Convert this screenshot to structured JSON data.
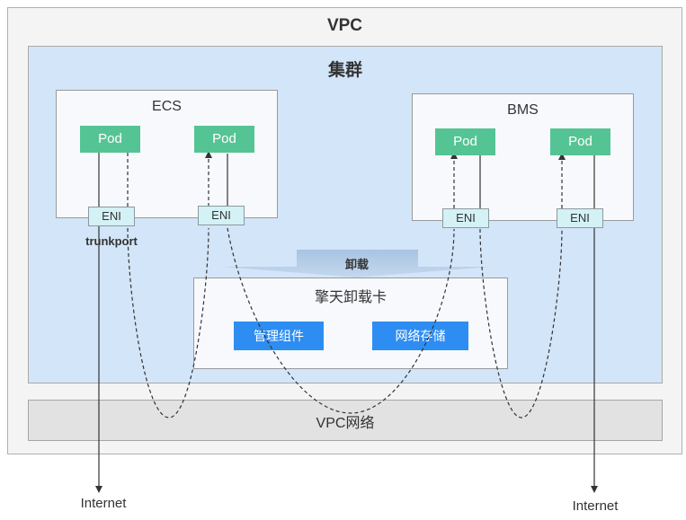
{
  "vpc": {
    "title": "VPC"
  },
  "cluster": {
    "title": "集群"
  },
  "ecs": {
    "title": "ECS",
    "pod_left": "Pod",
    "pod_right": "Pod",
    "eni_left": "ENI",
    "eni_right": "ENI",
    "trunk_label": "trunkport"
  },
  "bms": {
    "title": "BMS",
    "pod_left": "Pod",
    "pod_right": "Pod",
    "eni_left": "ENI",
    "eni_right": "ENI"
  },
  "offload": {
    "label": "卸载"
  },
  "card": {
    "title": "擎天卸载卡",
    "mgmt": "管理组件",
    "netstore": "网络存储"
  },
  "vpc_network": {
    "title": "VPC网络"
  },
  "internet": {
    "left": "Internet",
    "right": "Internet"
  },
  "colors": {
    "pod": "#55c494",
    "component": "#2d8df2",
    "cluster_bg": "#d3e5f8",
    "eni_bg": "#d4f1f5"
  }
}
